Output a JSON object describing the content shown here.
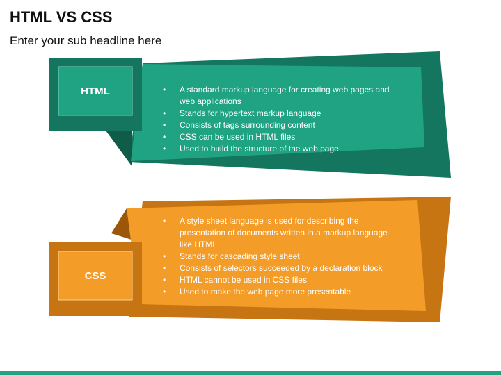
{
  "header": {
    "title": "HTML VS CSS",
    "subtitle": "Enter your sub headline here"
  },
  "colors": {
    "teal_main": "#1fa383",
    "teal_dark": "#14765e",
    "teal_shadow": "#0f5c49",
    "orange_main": "#f39c27",
    "orange_dark": "#c77513",
    "orange_shadow": "#9a5709",
    "bottom_bar": "#1fa383"
  },
  "html_card": {
    "label": "HTML",
    "items": [
      "A standard markup language for creating web pages and web applications",
      "Stands for hypertext markup language",
      "Consists of tags surrounding content",
      "CSS can be used in HTML files",
      "Used to build the structure of the web page"
    ]
  },
  "css_card": {
    "label": "CSS",
    "items": [
      "A style sheet language is used for describing the presentation of documents written in a markup language like HTML",
      "Stands for cascading style sheet",
      "Consists of selectors succeeded by a declaration block",
      "HTML cannot be used in CSS files",
      "Used to make the web page more presentable"
    ]
  }
}
